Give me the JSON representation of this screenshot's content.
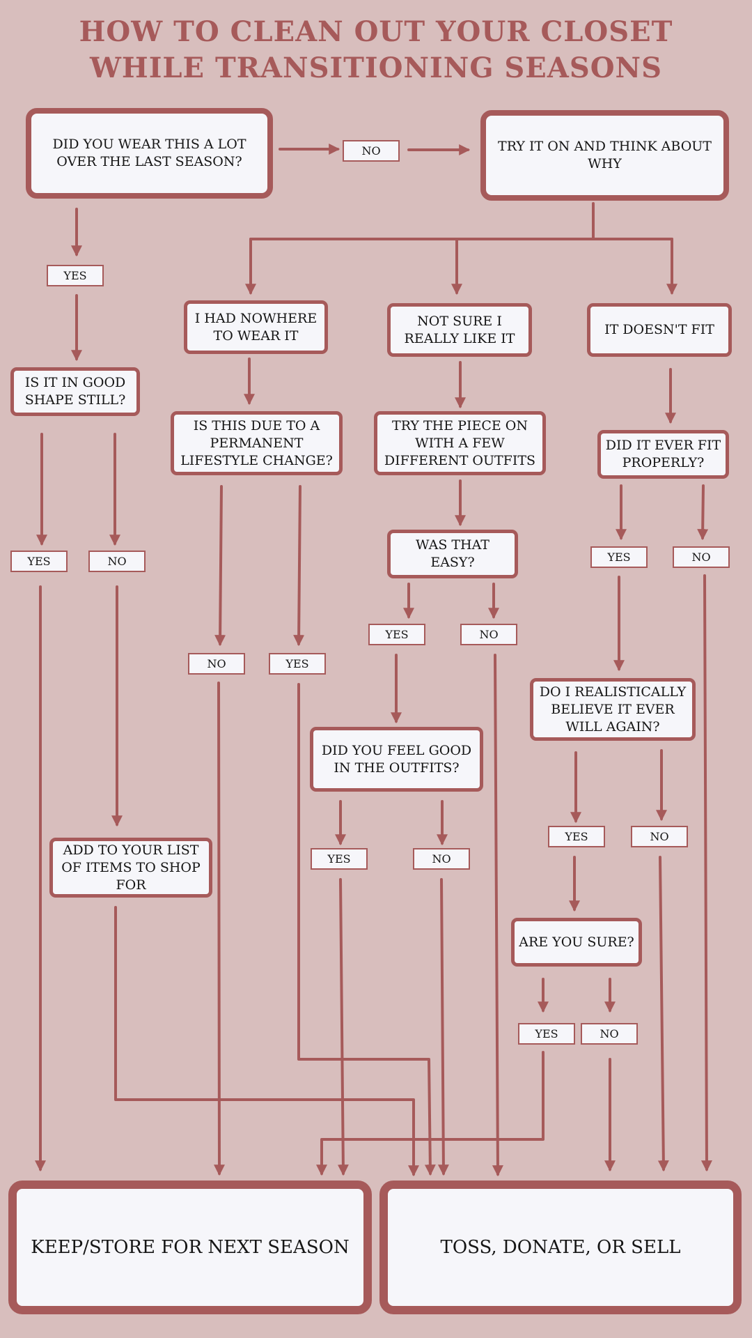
{
  "title": {
    "line1": "HOW TO CLEAN OUT YOUR CLOSET",
    "line2": "WHILE TRANSITIONING SEASONS"
  },
  "colors": {
    "background": "#d8bebd",
    "accent": "#a65a5a",
    "box_fill": "#f6f6fa",
    "text": "#151515"
  },
  "nodes": {
    "q_wear_a_lot": "DID YOU WEAR THIS A LOT OVER THE LAST SEASON?",
    "try_it_on": "TRY IT ON AND THINK ABOUT WHY",
    "good_shape": "IS IT IN GOOD SHAPE STILL?",
    "nowhere_to_wear": "I HAD NOWHERE TO WEAR IT",
    "not_sure_like": "NOT SURE I REALLY LIKE IT",
    "doesnt_fit": "IT DOESN'T FIT",
    "permanent_change": "IS THIS DUE TO A PERMANENT LIFESTYLE CHANGE?",
    "try_outfits": "TRY THE PIECE ON WITH A FEW DIFFERENT OUTFITS",
    "ever_fit": "DID IT EVER FIT PROPERLY?",
    "was_easy": "WAS THAT EASY?",
    "realistically": "DO I REALISTICALLY BELIEVE IT EVER WILL AGAIN?",
    "feel_good": "DID YOU FEEL GOOD IN THE OUTFITS?",
    "add_to_list": "ADD TO YOUR LIST OF ITEMS TO SHOP FOR",
    "are_you_sure": "ARE YOU SURE?",
    "keep": "KEEP/STORE FOR NEXT SEASON",
    "toss": "TOSS, DONATE, OR SELL"
  },
  "labels": {
    "no_top": "NO",
    "yes_wear": "YES",
    "yes_shape": "YES",
    "no_shape": "NO",
    "no_lifestyle": "NO",
    "yes_lifestyle": "YES",
    "yes_easy": "YES",
    "no_easy": "NO",
    "yes_feel": "YES",
    "no_feel": "NO",
    "yes_fit": "YES",
    "no_fit": "NO",
    "yes_realistic": "YES",
    "no_realistic": "NO",
    "yes_sure": "YES",
    "no_sure": "NO"
  }
}
